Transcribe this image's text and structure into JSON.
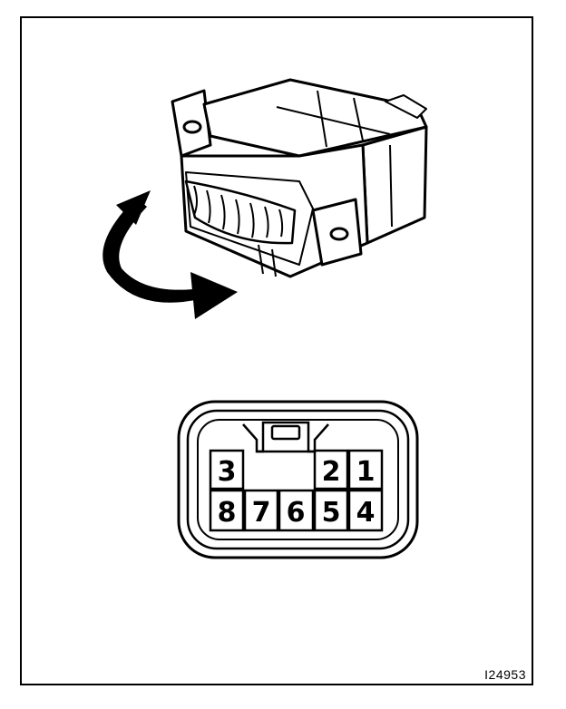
{
  "figure": {
    "ref_code": "I24953",
    "pins": [
      {
        "id": "3",
        "label": "3"
      },
      {
        "id": "2",
        "label": "2"
      },
      {
        "id": "1",
        "label": "1"
      },
      {
        "id": "8",
        "label": "8"
      },
      {
        "id": "7",
        "label": "7"
      },
      {
        "id": "6",
        "label": "6"
      },
      {
        "id": "5",
        "label": "5"
      },
      {
        "id": "4",
        "label": "4"
      }
    ],
    "colors": {
      "ink": "#000000",
      "paper": "#ffffff"
    }
  }
}
